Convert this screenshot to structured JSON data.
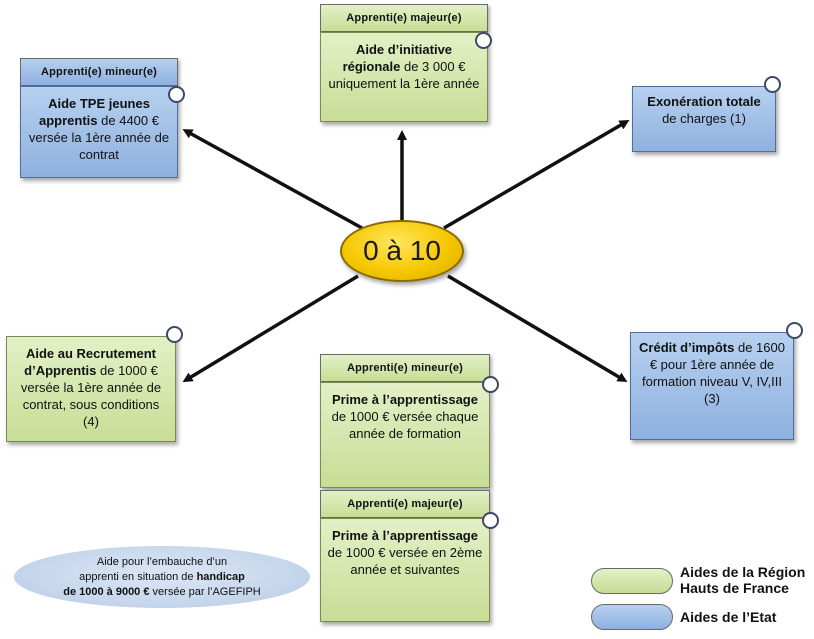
{
  "center": {
    "label": "0 à 10"
  },
  "top_box": {
    "header": "Apprenti(e) majeur(e)",
    "bold": "Aide d’initiative régionale",
    "rest": "de 3 000 € uniquement la 1ère année"
  },
  "top_left_box": {
    "header": "Apprenti(e) mineur(e)",
    "bold": "Aide TPE jeunes apprentis",
    "rest": "de 4400 € versée la 1ère année de contrat"
  },
  "top_right_box": {
    "bold": "Exonération totale",
    "rest": "de charges (1)"
  },
  "left_box": {
    "bold": "Aide au Recrutement d’Apprentis",
    "rest": "de 1000 € versée la 1ère année de contrat, sous conditions (4)"
  },
  "right_box": {
    "bold": "Crédit d’impôts",
    "rest": "de 1600 € pour 1ère année de formation niveau V, IV,III (3)"
  },
  "bottom_box_1": {
    "header": "Apprenti(e) mineur(e)",
    "bold": "Prime à l’apprentissage",
    "rest": "de 1000 € versée chaque année de formation"
  },
  "bottom_box_2": {
    "header": "Apprenti(e) majeur(e)",
    "bold": "Prime à l’apprentissage",
    "rest": "de 1000 € versée en 2ème année et suivantes"
  },
  "handicap": {
    "line1": "Aide pour l’embauche d’un",
    "line2_pre": "apprenti en situation de",
    "line2_bold": "handicap",
    "line3_bold": "de 1000 à 9000 €",
    "line3_post": "versée par l’AGEFIPH"
  },
  "legend": {
    "region": "Aides de la Région Hauts de France",
    "etat": "Aides de l’Etat"
  },
  "colors": {
    "region": "#d3e6ab",
    "etat": "#9dbbe6",
    "center": "#f6c800"
  }
}
